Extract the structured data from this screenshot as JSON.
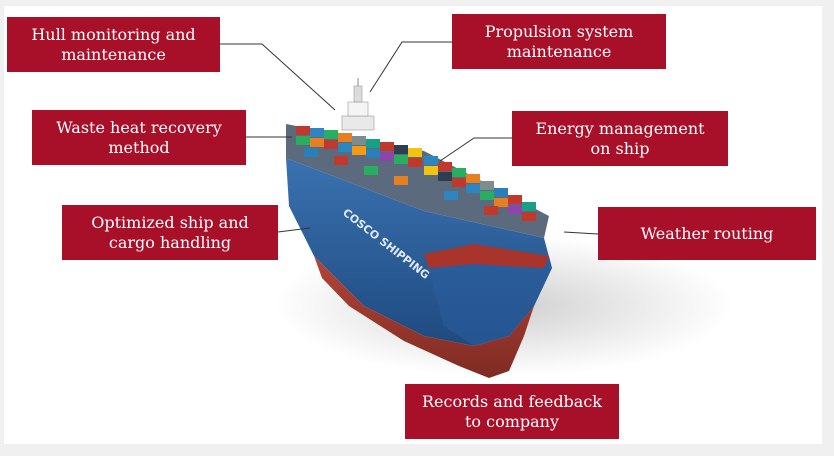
{
  "labels": {
    "hull": "Hull monitoring and\nmaintenance",
    "propulsion": "Propulsion system\nmaintenance",
    "waste_heat": "Waste heat recovery\nmethod",
    "energy": "Energy management\non ship",
    "optimized": "Optimized ship and\ncargo handling",
    "weather": "Weather routing",
    "records": "Records and feedback\nto company"
  },
  "ship": {
    "hull_text": "COSCO SHIPPING"
  },
  "colors": {
    "label_bg": "#a8102a",
    "label_text": "#ffffff",
    "hull_blue": "#2b5e99",
    "hull_red": "#a83a30",
    "leader_line": "#333333"
  }
}
